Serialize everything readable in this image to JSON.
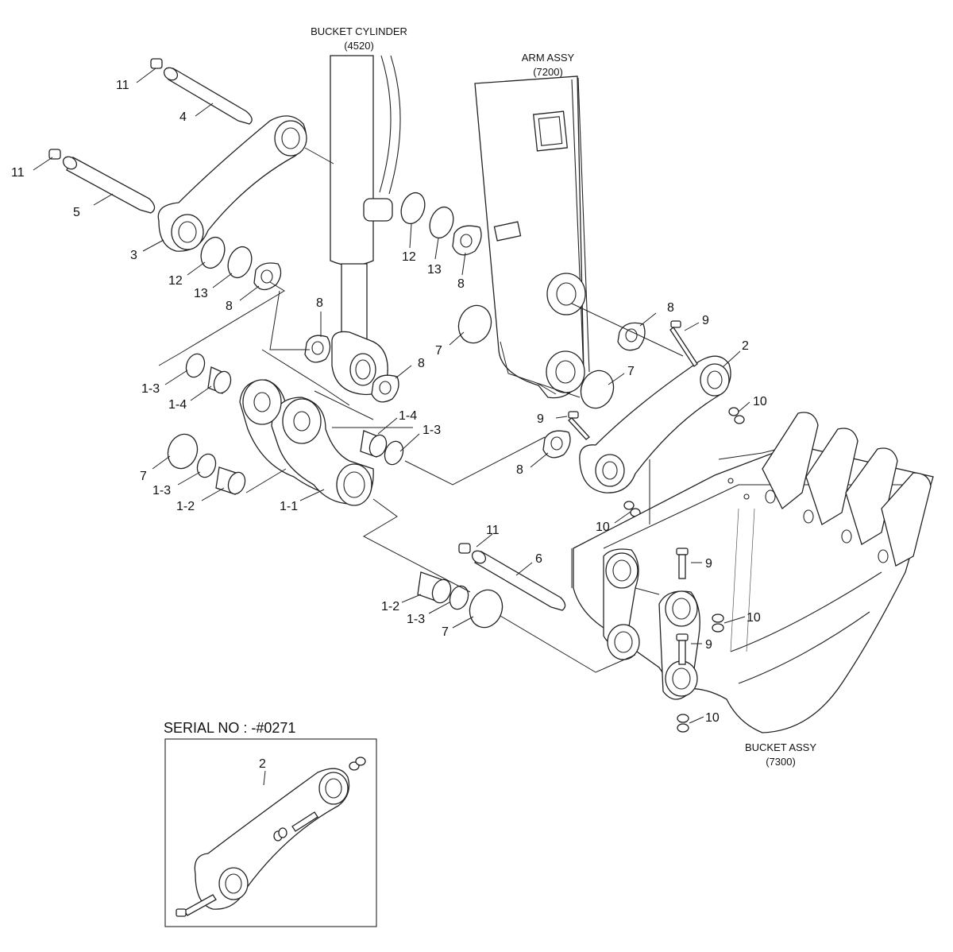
{
  "assemblies": {
    "bucket_cylinder": {
      "name": "BUCKET CYLINDER",
      "code": "(4520)"
    },
    "arm_assy": {
      "name": "ARM ASSY",
      "code": "(7200)"
    },
    "bucket_assy": {
      "name": "BUCKET ASSY",
      "code": "(7300)"
    }
  },
  "inset": {
    "title": "SERIAL NO : -#0271",
    "part_label": "2"
  },
  "callouts": {
    "p11a": "11",
    "p4": "4",
    "p11b": "11",
    "p5": "5",
    "p3": "3",
    "p12a": "12",
    "p13a": "13",
    "p8a": "8",
    "p12b": "12",
    "p13b": "13",
    "p8b": "8",
    "p8c": "8",
    "p8d": "8",
    "p7a": "7",
    "p8e": "8",
    "p9a": "9",
    "p2": "2",
    "p7b": "7",
    "p10a": "10",
    "p1_3a": "1-3",
    "p1_4a": "1-4",
    "p1_4b": "1-4",
    "p1_3b": "1-3",
    "p9b": "9",
    "p8f": "8",
    "p7c": "7",
    "p1_3c": "1-3",
    "p1_2a": "1-2",
    "p1_1": "1-1",
    "p10b": "10",
    "p11c": "11",
    "p6": "6",
    "p9c": "9",
    "p10c": "10",
    "p9d": "9",
    "p10d": "10",
    "p1_2b": "1-2",
    "p1_3d": "1-3",
    "p7d": "7"
  }
}
